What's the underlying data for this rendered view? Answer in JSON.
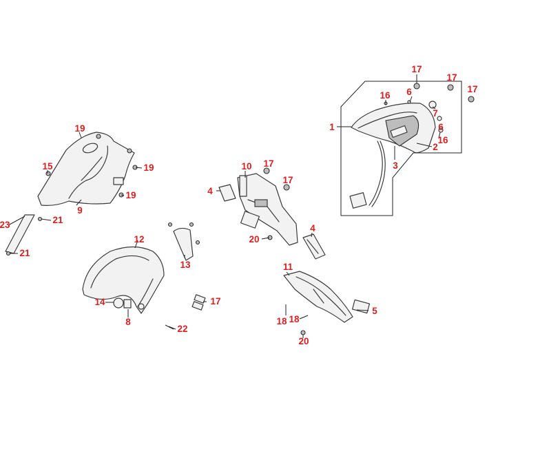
{
  "diagram": {
    "label_color": "#dd1e1e",
    "callouts": [
      {
        "id": "c1",
        "text": "1"
      },
      {
        "id": "c2",
        "text": "2"
      },
      {
        "id": "c3",
        "text": "3"
      },
      {
        "id": "c4a",
        "text": "4"
      },
      {
        "id": "c4b",
        "text": "4"
      },
      {
        "id": "c5",
        "text": "5"
      },
      {
        "id": "c6a",
        "text": "6"
      },
      {
        "id": "c6b",
        "text": "6"
      },
      {
        "id": "c7",
        "text": "7"
      },
      {
        "id": "c8",
        "text": "8"
      },
      {
        "id": "c9",
        "text": "9"
      },
      {
        "id": "c10",
        "text": "10"
      },
      {
        "id": "c11",
        "text": "11"
      },
      {
        "id": "c12",
        "text": "12"
      },
      {
        "id": "c13",
        "text": "13"
      },
      {
        "id": "c14",
        "text": "14"
      },
      {
        "id": "c15",
        "text": "15"
      },
      {
        "id": "c16a",
        "text": "16"
      },
      {
        "id": "c16b",
        "text": "16"
      },
      {
        "id": "c17a",
        "text": "17"
      },
      {
        "id": "c17b",
        "text": "17"
      },
      {
        "id": "c17c",
        "text": "17"
      },
      {
        "id": "c17d",
        "text": "17"
      },
      {
        "id": "c17e",
        "text": "17"
      },
      {
        "id": "c17f",
        "text": "17"
      },
      {
        "id": "c18a",
        "text": "18"
      },
      {
        "id": "c18b",
        "text": "18"
      },
      {
        "id": "c19a",
        "text": "19"
      },
      {
        "id": "c19b",
        "text": "19"
      },
      {
        "id": "c19c",
        "text": "19"
      },
      {
        "id": "c20a",
        "text": "20"
      },
      {
        "id": "c20b",
        "text": "20"
      },
      {
        "id": "c21a",
        "text": "21"
      },
      {
        "id": "c21b",
        "text": "21"
      },
      {
        "id": "c22",
        "text": "22"
      },
      {
        "id": "c23",
        "text": "23"
      }
    ]
  }
}
